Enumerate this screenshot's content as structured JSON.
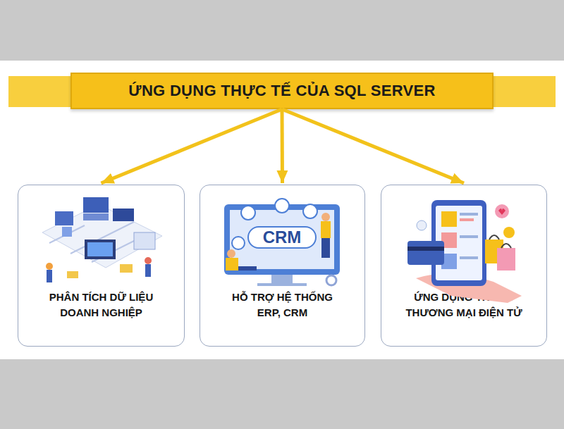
{
  "diagram": {
    "nodes": [
      {
        "text": [
          "ỨNG DỤNG THỰC TẾ CỦA SQL SERVER"
        ]
      },
      {
        "text": [
          "PHÂN TÍCH DỮ LIỆU DOANH NGHIỆP"
        ]
      },
      {
        "text": [
          "HỖ TRỢ HỆ THỐNG ERP, CRM"
        ]
      },
      {
        "text": [
          "ỨNG DỤNG TRONG THƯƠNG MẠI ĐIỆN TỬ"
        ]
      }
    ],
    "edges": [
      {
        "from": 0,
        "to": 1,
        "arrow": "to"
      },
      {
        "from": 0,
        "to": 2,
        "arrow": "to"
      },
      {
        "from": 0,
        "to": 3,
        "arrow": "to"
      }
    ],
    "labels": [
      "CRM"
    ]
  }
}
